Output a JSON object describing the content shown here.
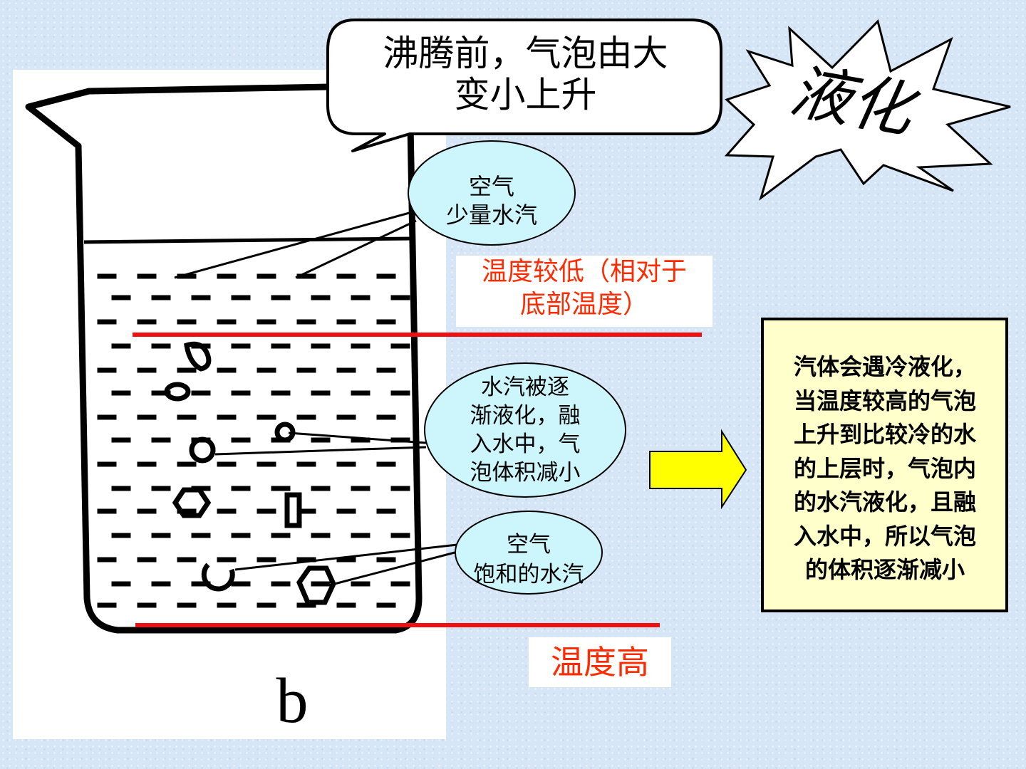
{
  "callout": {
    "line1": "沸腾前，气泡由大",
    "line2": "变小上升"
  },
  "burst": {
    "text": "液化"
  },
  "bubbles": {
    "top": {
      "line1": "空气",
      "line2": "少量水汽"
    },
    "middle": {
      "line1": "水汽被逐",
      "line2": "渐液化，融",
      "line3": "入水中，气",
      "line4": "泡体积减小"
    },
    "bottom": {
      "line1": "空气",
      "line2": "饱和的水汽"
    }
  },
  "labels": {
    "upper_temp_line1": "温度较低（相对于",
    "upper_temp_line2": "底部温度）",
    "bottom_temp": "温度高",
    "figure_letter": "b"
  },
  "explanation": {
    "lines": [
      "汽体会遇冷液化，",
      "当温度较高的气泡",
      "上升到比较冷的水",
      "的上层时，气泡内",
      "的水汽液化，且融",
      "入水中，所以气泡",
      "的体积逐渐减小"
    ]
  },
  "colors": {
    "temp_label": "#ff2a00",
    "temp_line": "#ee1111",
    "bubble_fill": "#ccf6fc",
    "explanation_fill": "#ffffcc",
    "arrow_fill": "#ffff00"
  }
}
